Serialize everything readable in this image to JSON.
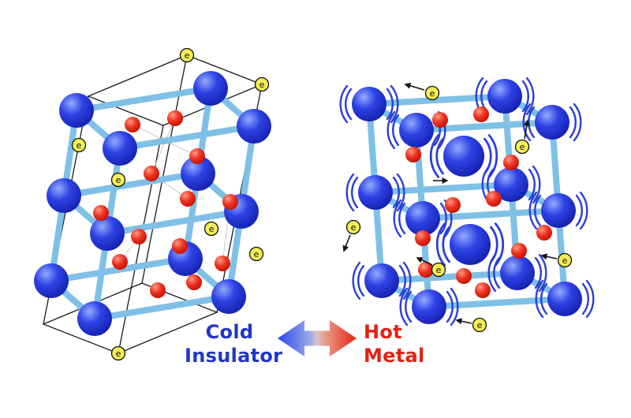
{
  "diagram": {
    "left_structure_label": {
      "line1": "Cold",
      "line2": "Insulator"
    },
    "right_structure_label": {
      "line1": "Hot",
      "line2": "Metal"
    },
    "electron_label": "e",
    "colors": {
      "large_atom": "#2335cf",
      "small_atom": "#e02413",
      "electron_fill": "#f2ee55",
      "bond": "#7fc0e6",
      "cold_text": "#2036c8",
      "hot_text": "#e32213",
      "arrow_gradient_start": "#2d46e8",
      "arrow_gradient_end": "#e52213"
    }
  }
}
